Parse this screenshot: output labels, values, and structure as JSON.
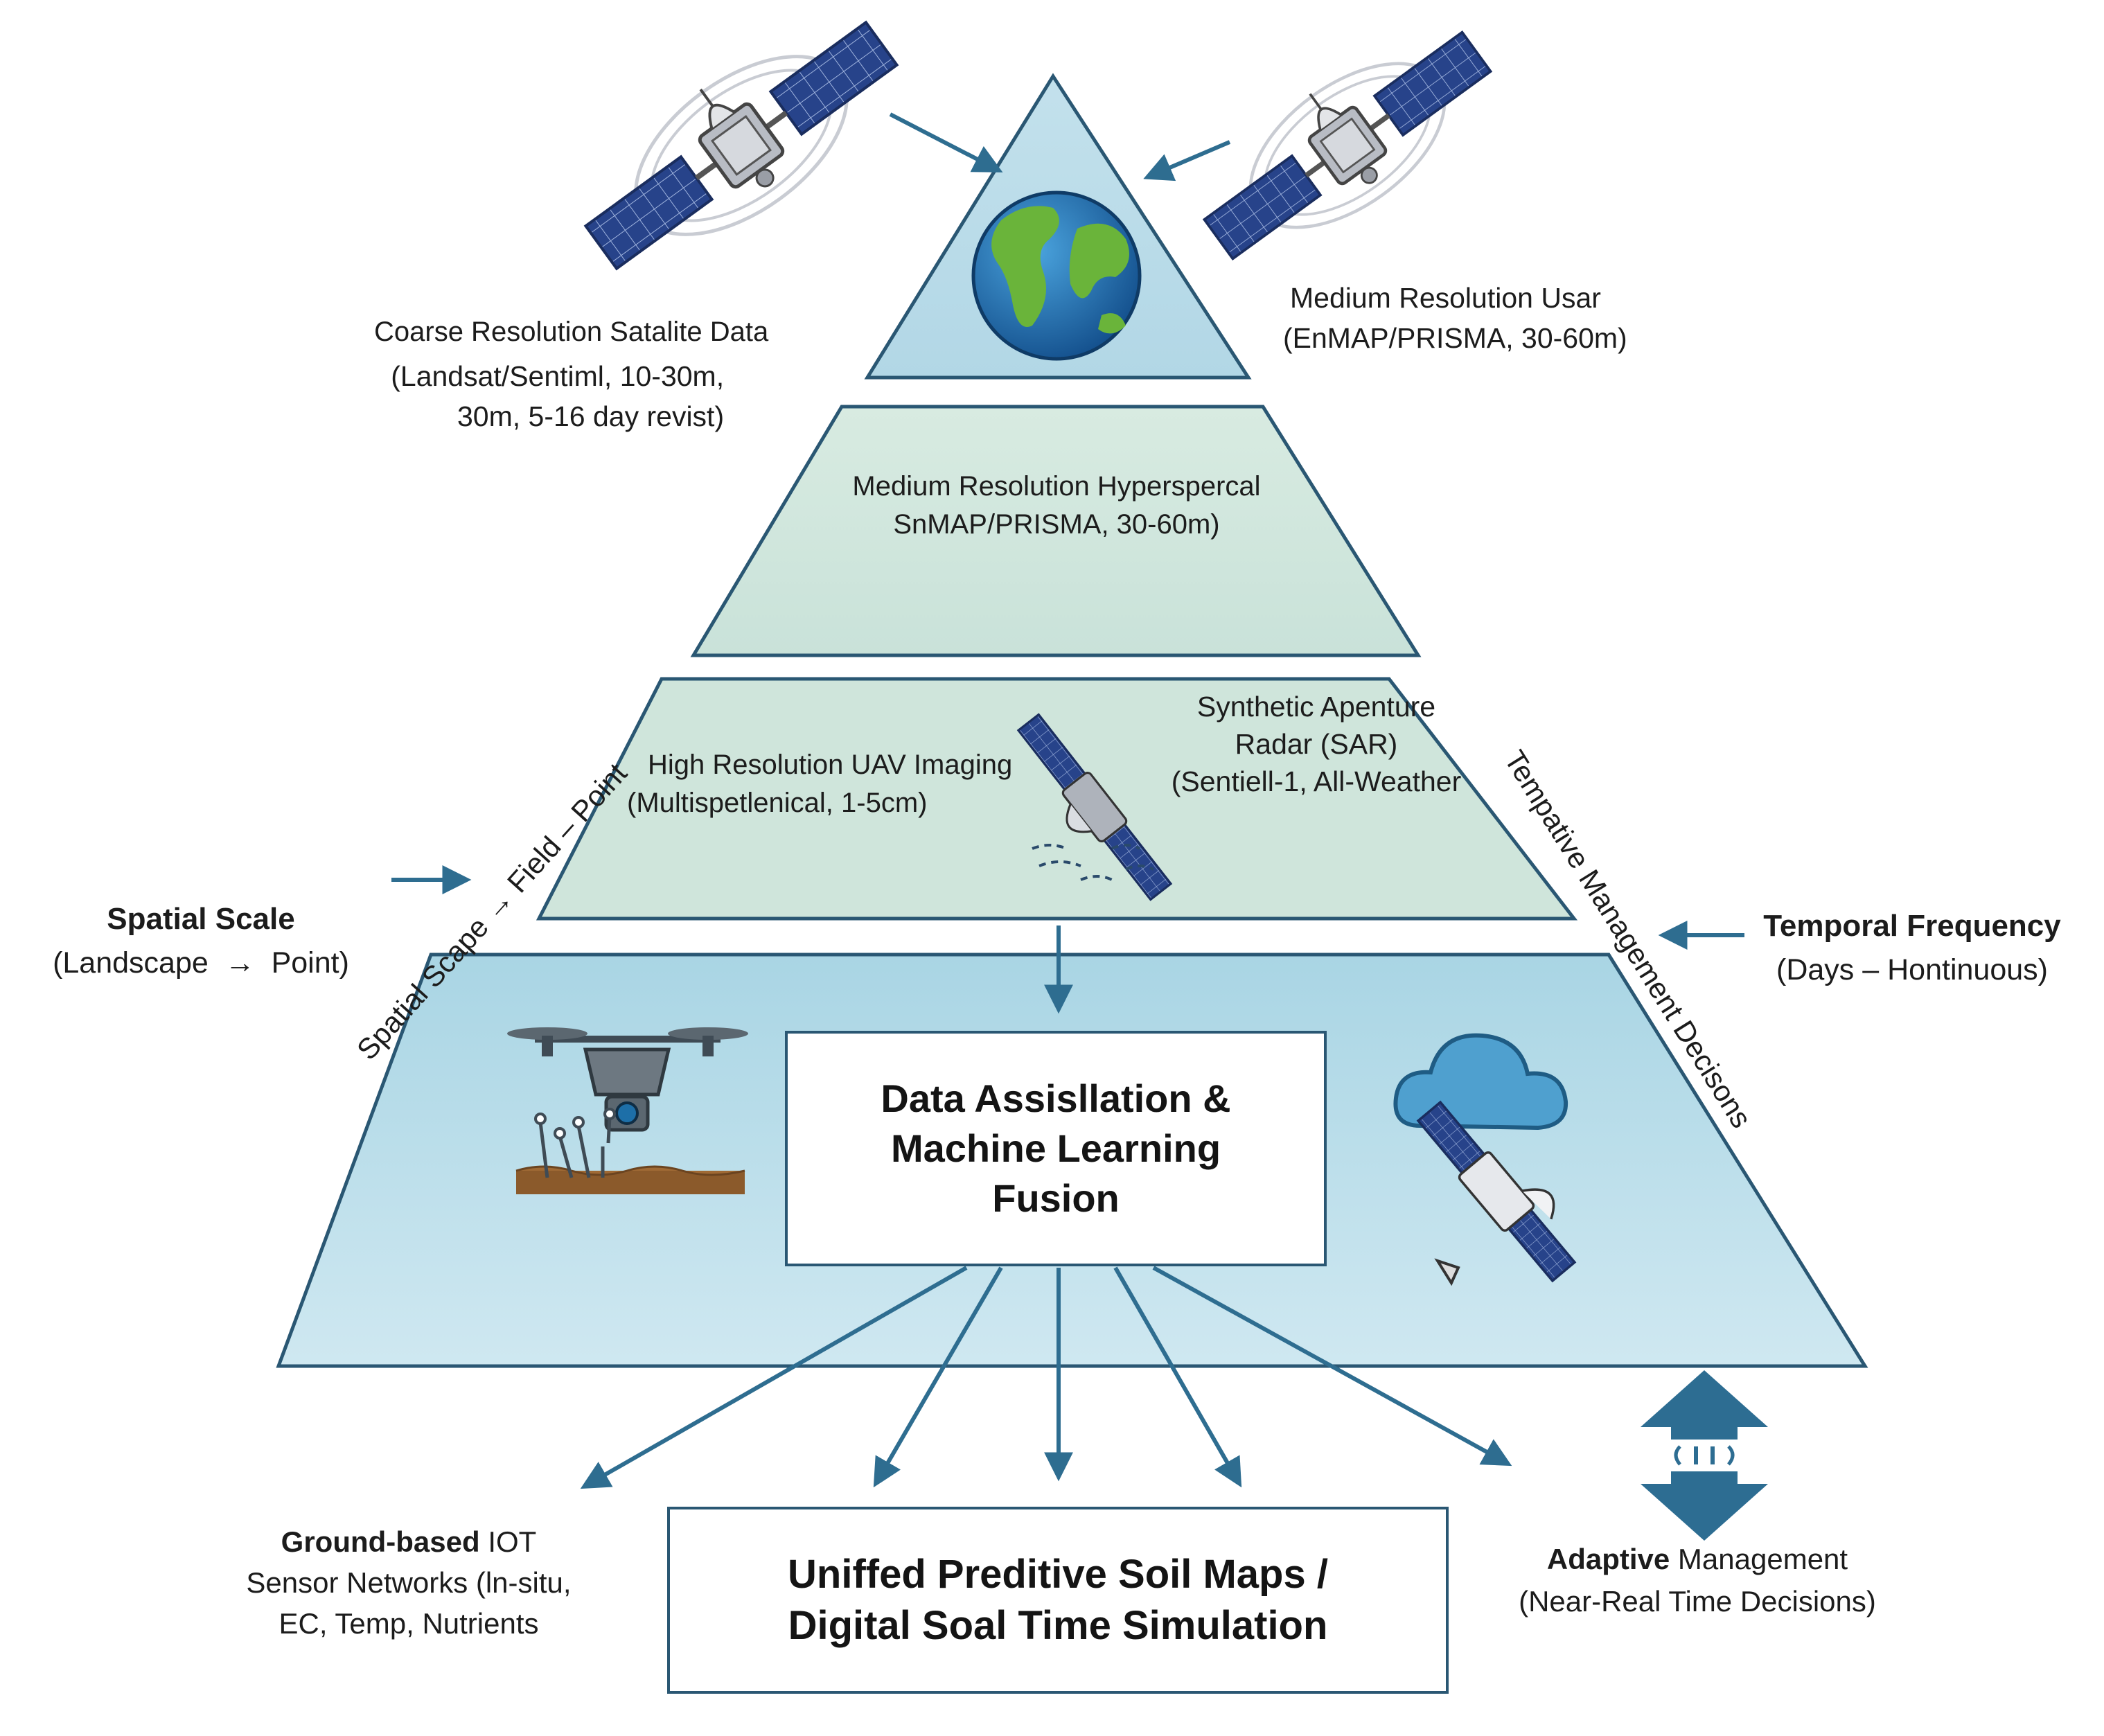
{
  "pyramid": {
    "tier1_left_label": [
      "Coarse Resolution Satalite Data",
      "(Landsat/Sentiml, 10-30m,",
      "30m, 5-16 day revist)"
    ],
    "tier1_right_label": [
      "Medium Resolution Usar",
      "(EnMAP/PRISMA, 30-60m)"
    ],
    "tier2_label": [
      "Medium Resolution Hyperspercal",
      "SnMAP/PRISMA, 30-60m)"
    ],
    "tier3_left_label": [
      "High Resolution UAV Imaging",
      "(Multispetlenical, 1-5cm)"
    ],
    "tier3_right_label": [
      "Synthetic Apenture",
      "Radar (SAR)",
      "(Sentiell-1, All-Weather"
    ],
    "fusion_box": [
      "Data Assisllation &",
      "Machine Learning",
      "Fusion"
    ]
  },
  "sides": {
    "spatial_diag": "Spatial Scape → Field – Point",
    "temporal_diag": "Tempative Management Decisons",
    "spatial_scale": {
      "title": "Spatial Scale",
      "range": "(Landscape  →  Point)"
    },
    "temporal_frequency": {
      "title": "Temporal Frequency",
      "range": "(Days – Hontinuous)"
    }
  },
  "bottom": {
    "ground_iot": {
      "title_bold": "Ground-based",
      "title_rest": " IOT",
      "lines": [
        "Sensor Networks (ln-situ,",
        "EC, Temp, Nutrients"
      ]
    },
    "output_box": [
      "Uniffed Preditive Soil Maps /",
      "Digital Soal Time Simulation"
    ],
    "adaptive": {
      "title_bold": "Adaptive",
      "title_rest": " Management",
      "sub": "(Near-Real Time Decisions)"
    }
  },
  "icons": [
    "satellite-icon",
    "globe-icon",
    "drone-icon",
    "soil-sensor-icon",
    "cloud-icon",
    "bidirectional-arrow-icon"
  ],
  "colors": {
    "tier_blue": "#c5e0eb",
    "tier_green": "#cfe5da",
    "outline": "#2a5773",
    "arrow": "#2e6d90",
    "panel": "#27438a",
    "globe_ocean": "#1f6fb2",
    "land": "#6ab43a"
  }
}
